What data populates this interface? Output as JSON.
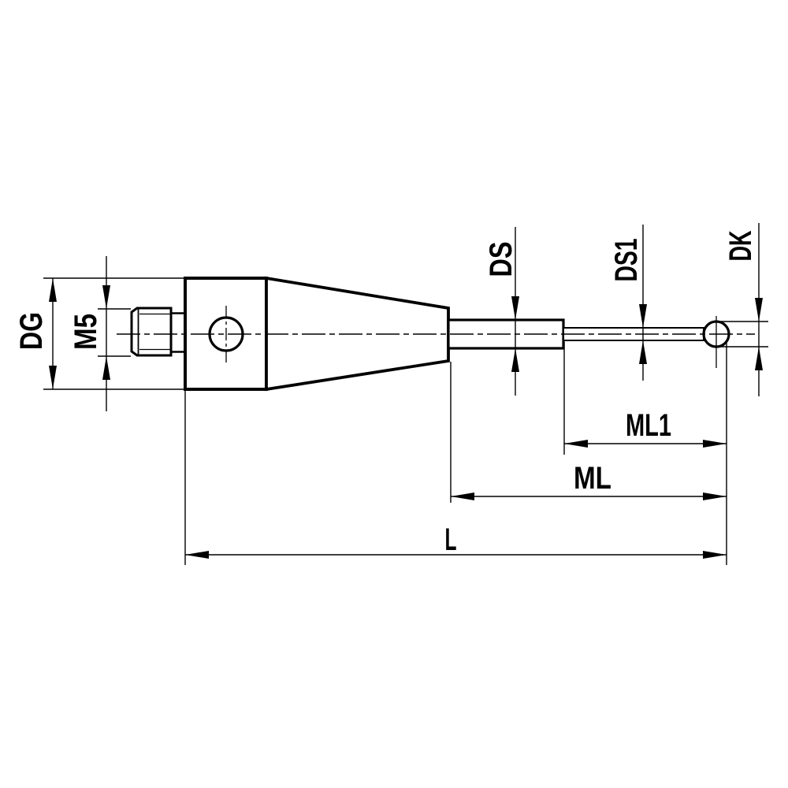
{
  "drawing": {
    "kind": "technical-drawing",
    "subject": "touch-probe stylus with M5 threaded mount, taper holder, stepped stem and ball tip",
    "colors": {
      "line": "#000000",
      "background": "#ffffff"
    },
    "dimension_labels": {
      "dg": "DG",
      "m5": "M5",
      "ds": "DS",
      "ds1": "DS1",
      "dk": "DK",
      "ml1": "ML1",
      "ml": "ML",
      "l": "L"
    }
  }
}
